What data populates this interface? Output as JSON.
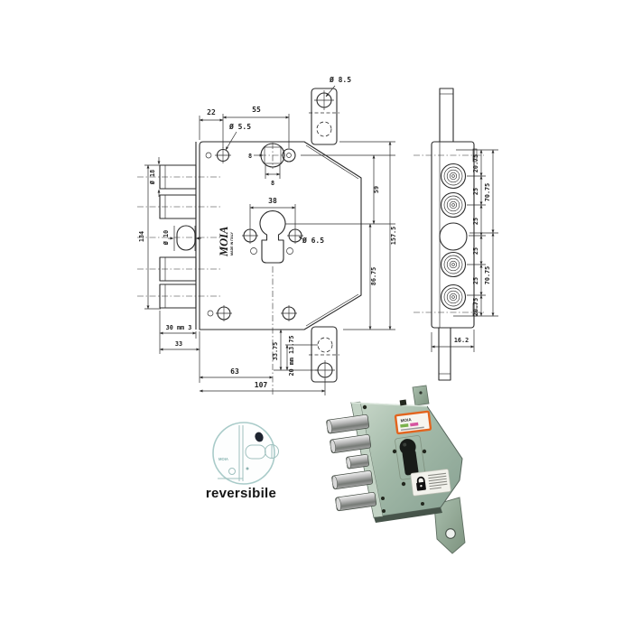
{
  "colors": {
    "line": "#2b2b2b",
    "accent_teal": "#a9cbc9",
    "photo_body_green": "#9cb4a3",
    "label_orange": "#e2641e"
  },
  "front_view": {
    "logo": {
      "brand": "MOIA",
      "made_in": "MADE IN ITALY"
    },
    "dims": {
      "edge_to_hole": "22",
      "hole_spacing": "55",
      "fix_hole_dia": "Ø 5.5",
      "tab_hole_dia": "Ø 8.5",
      "square_w": "8",
      "square_h": "8",
      "cyl_holes_spacing": "38",
      "cyl_hole_dia": "Ø 6.5",
      "top_to_center": "59",
      "center_to_bottom": "86.75",
      "total_height": "157.5",
      "bolts_span": "134",
      "bolt_dia": "Ø 18",
      "latch_dia": "Ø 10",
      "bolt_throw": "30 mm 3",
      "bolt_length": "33",
      "edge_to_cylinder": "63",
      "total_width": "107",
      "tab_dim_a": "33.75",
      "tab_dim_b": "20 mm 13.75"
    }
  },
  "side_view": {
    "segments": [
      "20.75",
      "25",
      "25",
      "25",
      "25",
      "20.75"
    ],
    "totals": [
      "70.75",
      "70.75"
    ],
    "plate_width": "16.2"
  },
  "badge": {
    "caption": "reversibile",
    "sketch_brand": "MOIA"
  },
  "photo": {
    "front_label_brand": "MOIA"
  }
}
